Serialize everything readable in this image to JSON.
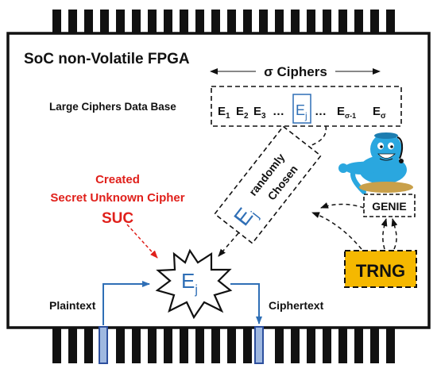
{
  "title": "SoC non-Volatile FPGA",
  "sigma_ciphers_label": "σ Ciphers",
  "database_label": "Large Ciphers Data Base",
  "cipher_list": {
    "e1": "E",
    "e1_sub": "1",
    "e2": "E",
    "e2_sub": "2",
    "e3": "E",
    "e3_sub": "3",
    "ellipsis_left": "…",
    "ej": "E",
    "ej_sub": "j",
    "ellipsis_right": "…",
    "esm1": "E",
    "esm1_sub": "σ-1",
    "es": "E",
    "es_sub": "σ"
  },
  "random_choice": {
    "symbol": "E",
    "symbol_sub": "j",
    "line1": "randomly",
    "line2": "Chosen"
  },
  "suc_note": {
    "line1": "Created",
    "line2": "Secret Unknown Cipher",
    "line3": "SUC"
  },
  "center_cipher": {
    "symbol": "E",
    "sub": "j"
  },
  "plaintext_label": "Plaintext",
  "ciphertext_label": "Ciphertext",
  "genie_label": "GENIE",
  "trng_label": "TRNG",
  "colors": {
    "red": "#e0201b",
    "blue": "#2f6fb6",
    "trng_fill": "#f5b800",
    "genie_skin": "#2aa7df",
    "pin_fill": "#9fb8e0",
    "pin_stroke": "#2d4f9e"
  }
}
